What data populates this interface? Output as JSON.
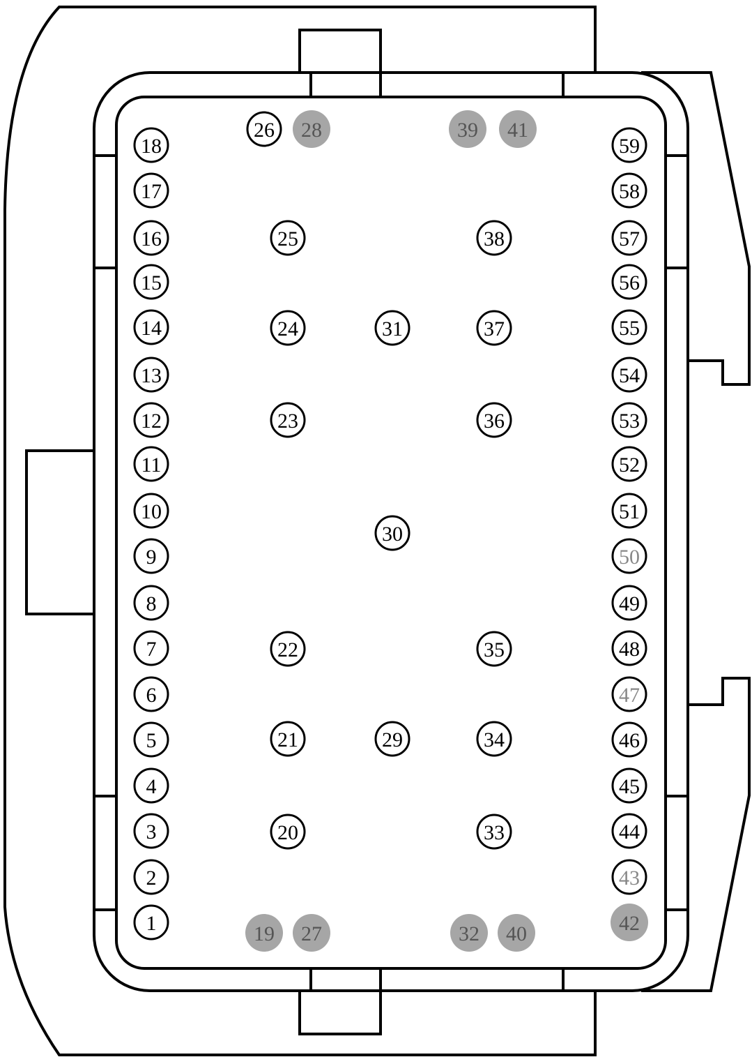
{
  "colors": {
    "stroke": "#000000",
    "pin_fill": "#ffffff",
    "inactive_fill": "#a6a6a6",
    "inactive_text": "#555555",
    "muted_text": "#888888",
    "text": "#000000"
  },
  "pins": [
    {
      "label": "1",
      "style": "normal"
    },
    {
      "label": "2",
      "style": "normal"
    },
    {
      "label": "3",
      "style": "normal"
    },
    {
      "label": "4",
      "style": "normal"
    },
    {
      "label": "5",
      "style": "normal"
    },
    {
      "label": "6",
      "style": "normal"
    },
    {
      "label": "7",
      "style": "normal"
    },
    {
      "label": "8",
      "style": "normal"
    },
    {
      "label": "9",
      "style": "normal"
    },
    {
      "label": "10",
      "style": "normal"
    },
    {
      "label": "11",
      "style": "normal"
    },
    {
      "label": "12",
      "style": "normal"
    },
    {
      "label": "13",
      "style": "normal"
    },
    {
      "label": "14",
      "style": "normal"
    },
    {
      "label": "15",
      "style": "normal"
    },
    {
      "label": "16",
      "style": "normal"
    },
    {
      "label": "17",
      "style": "normal"
    },
    {
      "label": "18",
      "style": "normal"
    },
    {
      "label": "19",
      "style": "inactive"
    },
    {
      "label": "20",
      "style": "normal"
    },
    {
      "label": "21",
      "style": "normal"
    },
    {
      "label": "22",
      "style": "normal"
    },
    {
      "label": "23",
      "style": "normal"
    },
    {
      "label": "24",
      "style": "normal"
    },
    {
      "label": "25",
      "style": "normal"
    },
    {
      "label": "26",
      "style": "normal"
    },
    {
      "label": "27",
      "style": "inactive"
    },
    {
      "label": "28",
      "style": "inactive"
    },
    {
      "label": "29",
      "style": "normal"
    },
    {
      "label": "30",
      "style": "normal"
    },
    {
      "label": "31",
      "style": "normal"
    },
    {
      "label": "32",
      "style": "inactive"
    },
    {
      "label": "33",
      "style": "normal"
    },
    {
      "label": "34",
      "style": "normal"
    },
    {
      "label": "35",
      "style": "normal"
    },
    {
      "label": "36",
      "style": "normal"
    },
    {
      "label": "37",
      "style": "normal"
    },
    {
      "label": "38",
      "style": "normal"
    },
    {
      "label": "39",
      "style": "inactive"
    },
    {
      "label": "40",
      "style": "inactive"
    },
    {
      "label": "41",
      "style": "inactive"
    },
    {
      "label": "42",
      "style": "inactive"
    },
    {
      "label": "43",
      "style": "muted"
    },
    {
      "label": "44",
      "style": "normal"
    },
    {
      "label": "45",
      "style": "normal"
    },
    {
      "label": "46",
      "style": "normal"
    },
    {
      "label": "47",
      "style": "muted"
    },
    {
      "label": "48",
      "style": "normal"
    },
    {
      "label": "49",
      "style": "normal"
    },
    {
      "label": "50",
      "style": "muted"
    },
    {
      "label": "51",
      "style": "normal"
    },
    {
      "label": "52",
      "style": "normal"
    },
    {
      "label": "53",
      "style": "normal"
    },
    {
      "label": "54",
      "style": "normal"
    },
    {
      "label": "55",
      "style": "normal"
    },
    {
      "label": "56",
      "style": "normal"
    },
    {
      "label": "57",
      "style": "normal"
    },
    {
      "label": "58",
      "style": "normal"
    },
    {
      "label": "59",
      "style": "normal"
    }
  ]
}
